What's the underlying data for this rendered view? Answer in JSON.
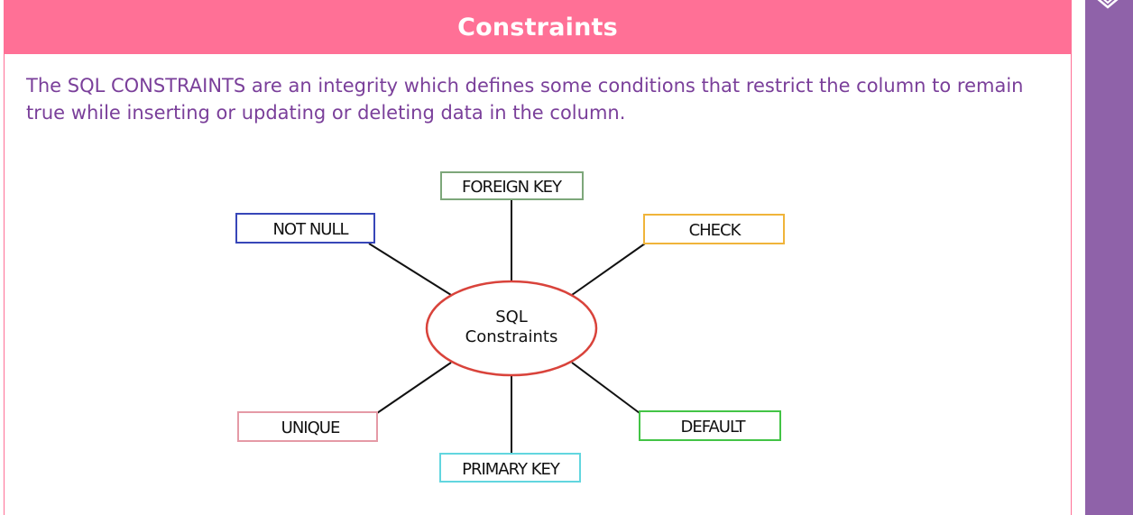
{
  "slide": {
    "title": "Constraints",
    "description": "The SQL CONSTRAINTS are an integrity which defines some conditions that restrict the column to remain true while inserting or updating or deleting data in the column."
  },
  "diagram": {
    "center": {
      "line1": "SQL",
      "line2": "Constraints",
      "border_color": "#d9433b"
    },
    "nodes": [
      {
        "id": "foreign-key",
        "label": "FOREIGN KEY",
        "border_color": "#7da77a"
      },
      {
        "id": "not-null",
        "label": "NOT NULL",
        "border_color": "#3746b8"
      },
      {
        "id": "check",
        "label": "CHECK",
        "border_color": "#f0b43a"
      },
      {
        "id": "unique",
        "label": "UNIQUE",
        "border_color": "#e59aa6"
      },
      {
        "id": "default",
        "label": "DEFAULT",
        "border_color": "#43c446"
      },
      {
        "id": "primary-key",
        "label": "PRIMARY KEY",
        "border_color": "#62d6df"
      }
    ]
  },
  "colors": {
    "header": "#ff7096",
    "sidebar": "#8f62a9",
    "text": "#7a3f9a"
  },
  "icons": {
    "corner": "chevron-fan-icon"
  }
}
